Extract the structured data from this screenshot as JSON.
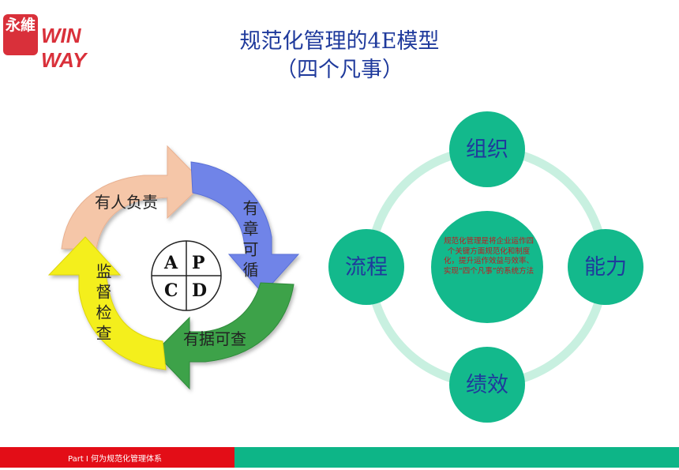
{
  "logo": {
    "mark_text": "永維",
    "brand": "WIN WAY",
    "color": "#d9303a"
  },
  "title": {
    "line1": "规范化管理的4E模型",
    "line2": "（四个凡事）",
    "color": "#1f3a9c"
  },
  "cycle": {
    "arrows": [
      {
        "label": "有人负责",
        "color": "#f5c6a8"
      },
      {
        "label": "有章可循",
        "color": "#6f84e8"
      },
      {
        "label": "有据可查",
        "color": "#3ea24a"
      },
      {
        "label": "监督检查",
        "color": "#f4ef1a"
      }
    ],
    "pdca": {
      "a": "A",
      "p": "P",
      "c": "C",
      "d": "D"
    }
  },
  "model": {
    "ring_color": "#c8f0e0",
    "node_color": "#13b98c",
    "nodes": {
      "top": "组织",
      "left": "流程",
      "right": "能力",
      "bottom": "绩效"
    },
    "center": "规范化管理是将企业运作四个关键方面规范化和制度化，提升运作效益与效率、实现“四个凡事”的系统方法"
  },
  "footer": {
    "text": "Part I 何为规范化管理体系",
    "left_color": "#e30d17",
    "right_color": "#0db587"
  }
}
